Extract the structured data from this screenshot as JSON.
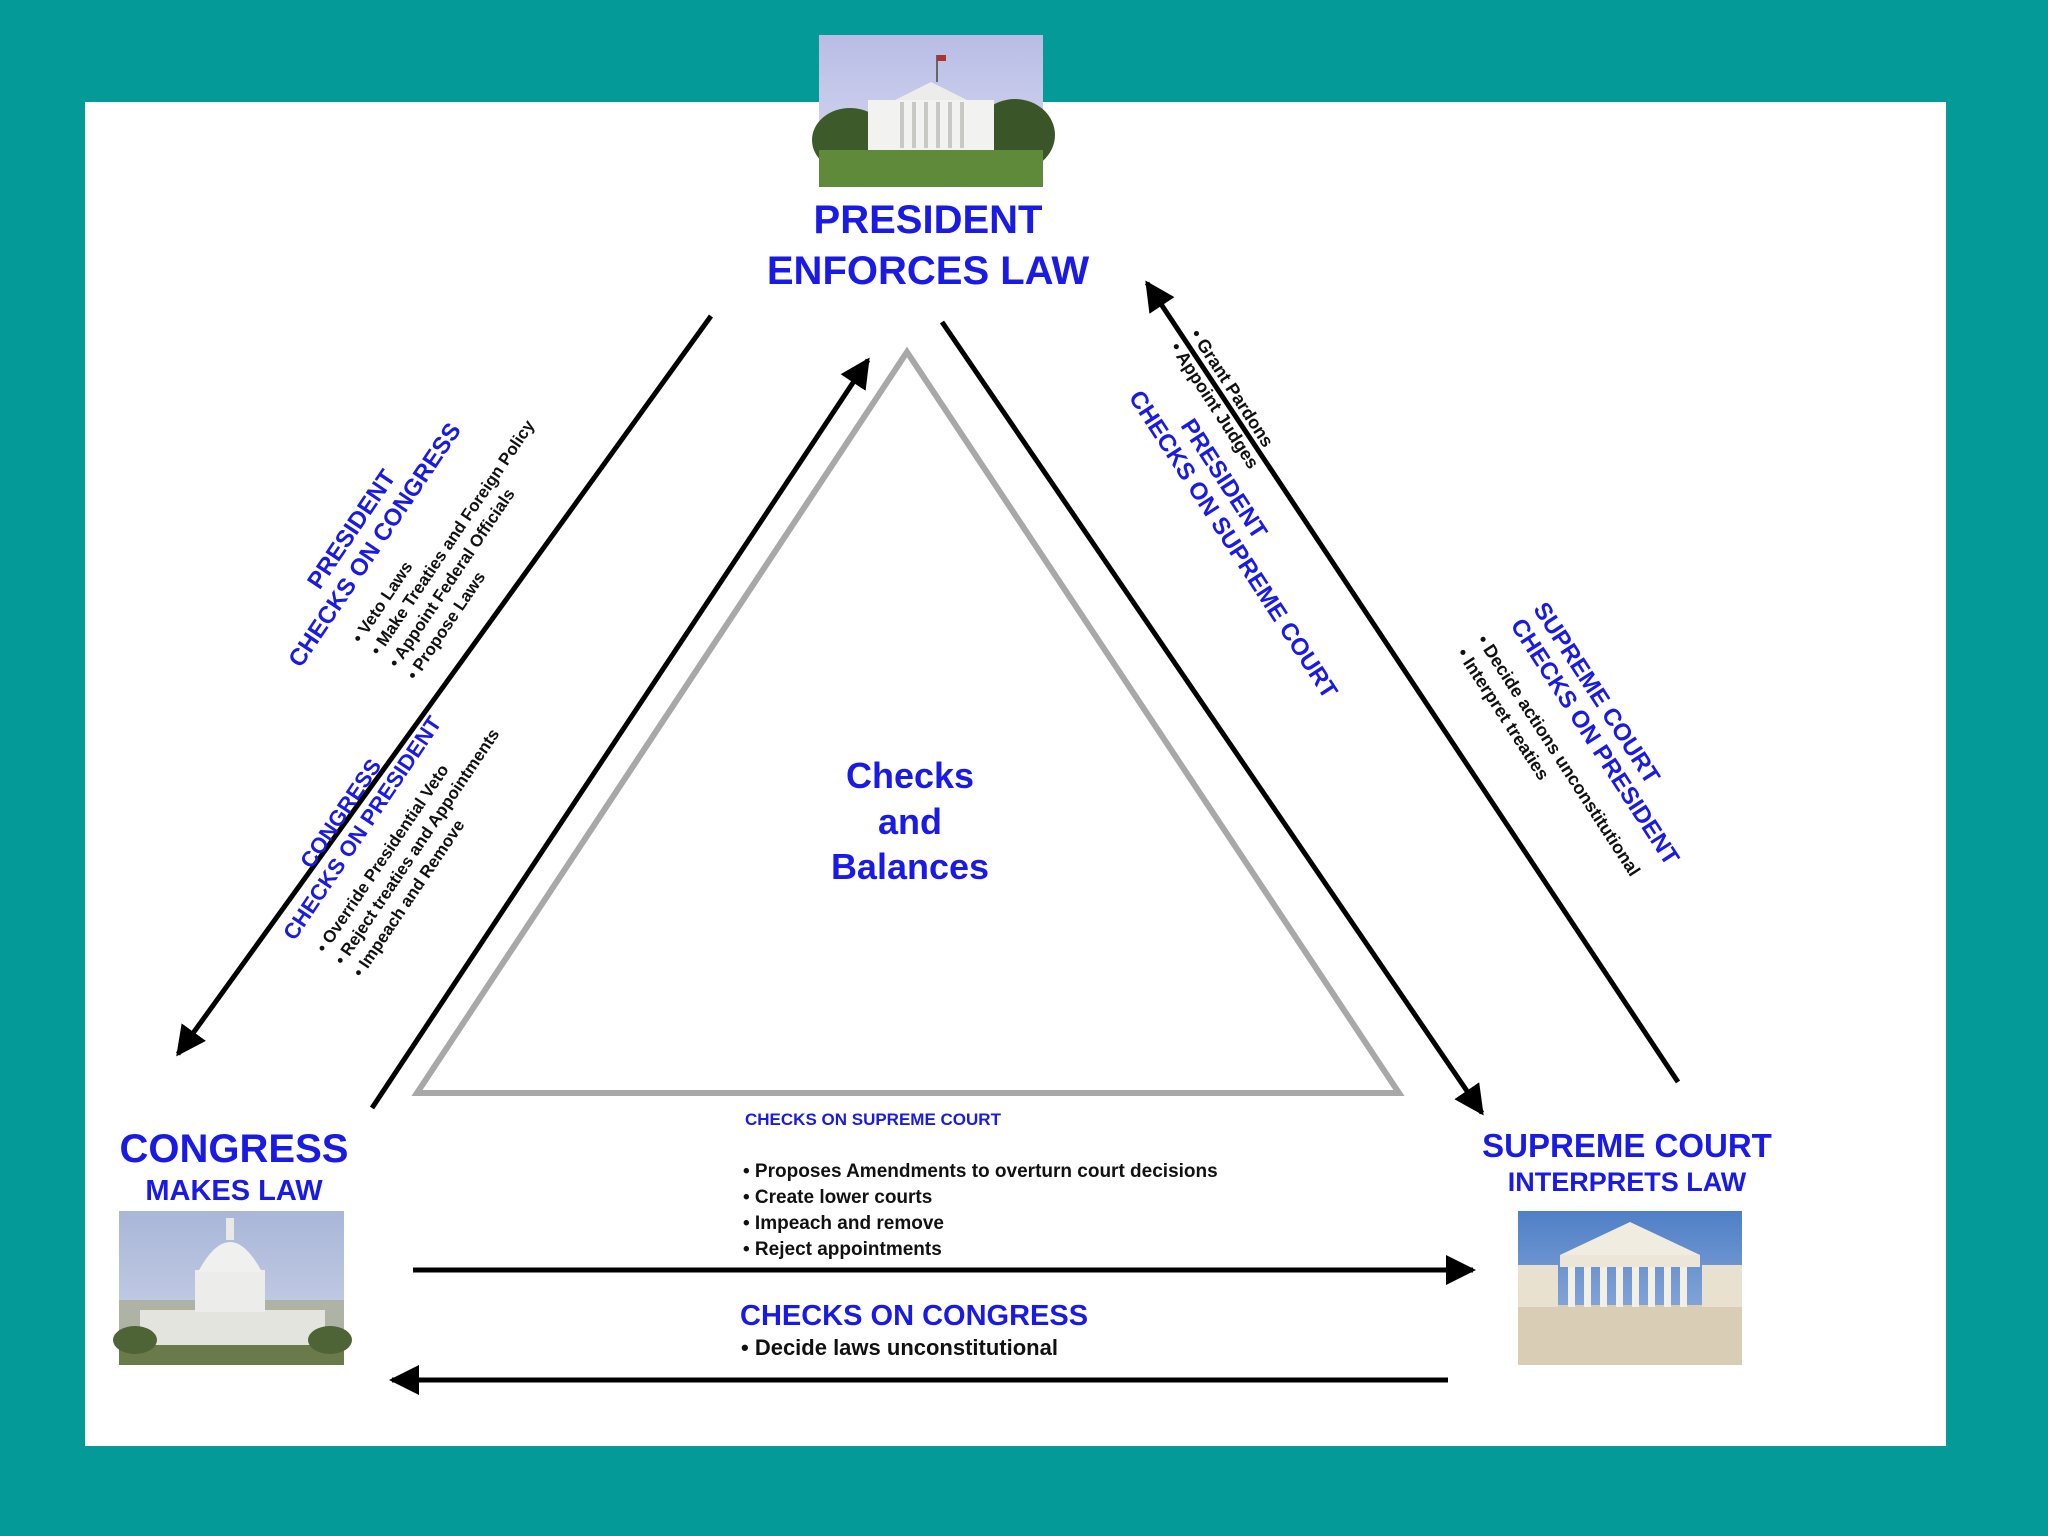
{
  "colors": {
    "background": "#049a98",
    "panel": "#ffffff",
    "label_blue": "#1a1ae6",
    "arrow": "#000000",
    "triangle": "#a8a8a8"
  },
  "center": {
    "line1": "Checks",
    "line2": "and",
    "line3": "Balances"
  },
  "president": {
    "title": "PRESIDENT",
    "subtitle": "ENFORCES LAW",
    "image_icon": "white-house-photo"
  },
  "congress": {
    "title": "CONGRESS",
    "subtitle": "MAKES LAW",
    "image_icon": "capitol-building-photo"
  },
  "supreme_court": {
    "title": "SUPREME COURT",
    "subtitle": "INTERPRETS LAW",
    "image_icon": "supreme-court-building-photo"
  },
  "president_on_congress": {
    "heading1": "PRESIDENT",
    "heading2": "CHECKS ON CONGRESS",
    "items": [
      "Veto Laws",
      "Make Treaties and Foreign Policy",
      "Appoint Federal Officials",
      "Propose Laws"
    ]
  },
  "congress_on_president": {
    "heading1": "CONGRESS",
    "heading2": "CHECKS ON PRESIDENT",
    "items": [
      "Override Presidential Veto",
      "Reject treaties and Appointments",
      "Impeach and Remove"
    ]
  },
  "president_on_court": {
    "heading1": "PRESIDENT",
    "heading2": "CHECKS ON SUPREME COURT",
    "items": [
      "Grant Pardons",
      "Appoint Judges"
    ]
  },
  "court_on_president": {
    "heading1": "SUPREME COURT",
    "heading2": "CHECKS ON PRESIDENT",
    "items": [
      "Decide actions unconstitutional",
      "Interpret treaties"
    ]
  },
  "congress_on_court": {
    "heading": "CHECKS ON SUPREME COURT",
    "items": [
      "Proposes Amendments to overturn court decisions",
      "Create lower courts",
      "Impeach and remove",
      "Reject appointments"
    ]
  },
  "court_on_congress": {
    "heading": "CHECKS ON CONGRESS",
    "items": [
      "Decide laws unconstitutional"
    ]
  },
  "bullet": "•"
}
